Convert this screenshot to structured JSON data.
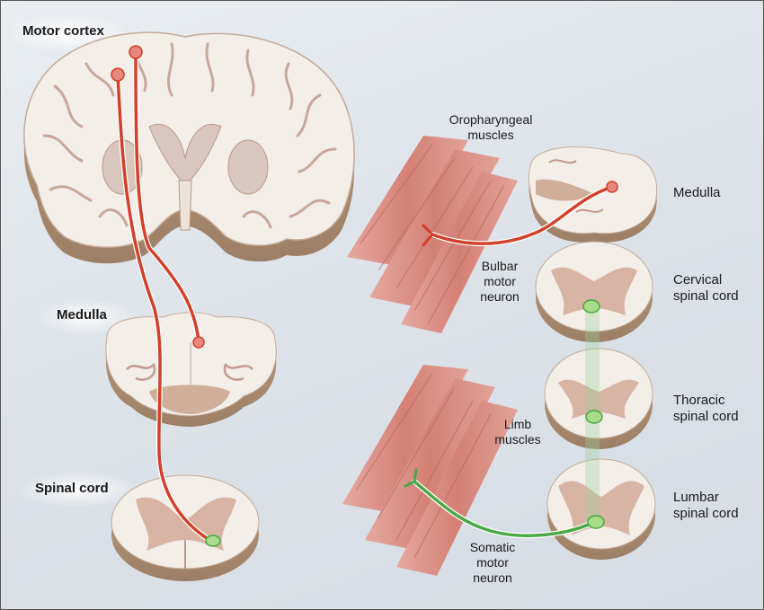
{
  "labels": {
    "motor_cortex": "Motor cortex",
    "medulla_left": "Medulla",
    "spinal_cord": "Spinal cord",
    "oropharyngeal": [
      "Oropharyngeal",
      "muscles"
    ],
    "bulbar": [
      "Bulbar",
      "motor",
      "neuron"
    ],
    "limb": [
      "Limb",
      "muscles"
    ],
    "somatic": [
      "Somatic",
      "motor",
      "neuron"
    ],
    "medulla_right": "Medulla",
    "cervical": [
      "Cervical",
      "spinal cord"
    ],
    "thoracic": [
      "Thoracic",
      "spinal cord"
    ],
    "lumbar": [
      "Lumbar",
      "spinal cord"
    ]
  },
  "colors": {
    "upper_motor_neuron": "#d2402a",
    "lower_motor_neuron": "#4aa845",
    "brain_tissue": "#f3ece6",
    "grey_matter": "#c9a99a",
    "muscle": "#d98a80"
  }
}
